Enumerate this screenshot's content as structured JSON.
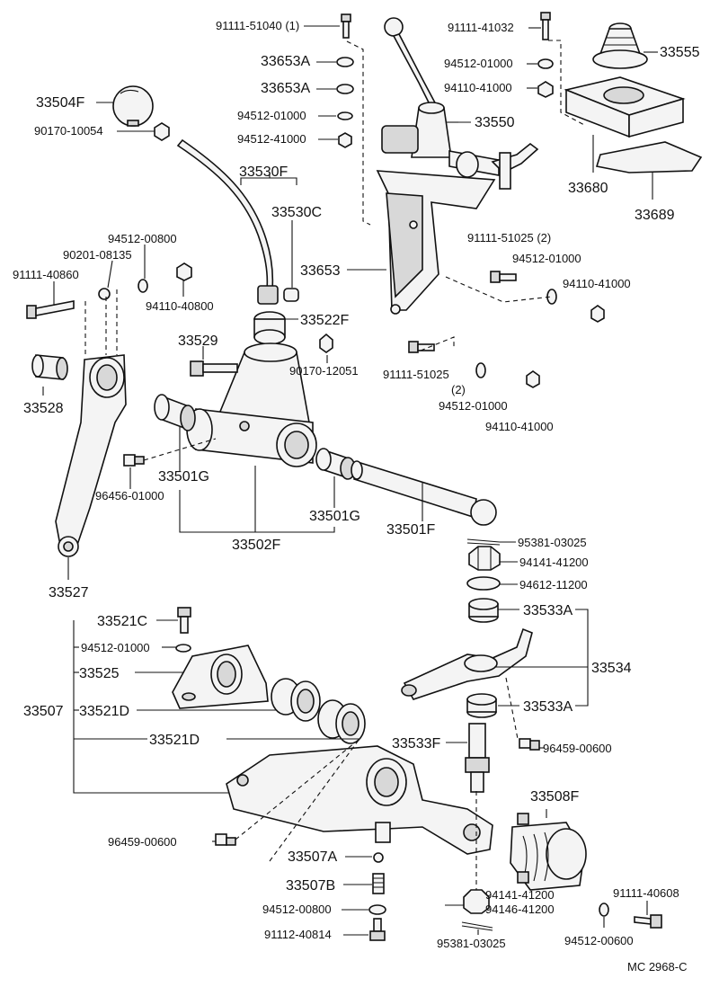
{
  "labels": {
    "l01": "91111-51040 (1)",
    "l02": "33653A",
    "l03": "33653A",
    "l04": "94512-01000",
    "l05": "94512-41000",
    "l06": "91111-41032",
    "l07": "94512-01000",
    "l08": "94110-41000",
    "l09": "33555",
    "l10": "33504F",
    "l11": "90170-10054",
    "l12": "33550",
    "l13": "33680",
    "l14": "33689",
    "l15": "33530F",
    "l16": "33530C",
    "l17": "94512-00800",
    "l18": "90201-08135",
    "l19": "91111-40860",
    "l20": "94110-40800",
    "l21": "33653",
    "l22": "91111-51025 (2)",
    "l23": "94512-01000",
    "l24": "94110-41000",
    "l25": "33522F",
    "l26": "33529",
    "l27": "90170-12051",
    "l28": "91111-51025",
    "l29": "(2)",
    "l30": "94512-01000",
    "l31": "94110-41000",
    "l32": "33528",
    "l33": "33501G",
    "l34": "96456-01000",
    "l35": "33501G",
    "l36": "33501F",
    "l37": "33502F",
    "l38": "33527",
    "l39": "95381-03025",
    "l40": "94141-41200",
    "l41": "94612-11200",
    "l42": "33533A",
    "l43": "33521C",
    "l44": "94512-01000",
    "l45": "33525",
    "l46": "33534",
    "l47": "33507",
    "l48": "33521D",
    "l49": "33533A",
    "l50": "33521D",
    "l51": "33533F",
    "l52": "96459-00600",
    "l53": "33508F",
    "l54": "96459-00600",
    "l55": "33507A",
    "l56": "33507B",
    "l57": "94141-41200",
    "l58": "94146-41200",
    "l59": "91111-40608",
    "l60": "94512-00800",
    "l61": "91112-40814",
    "l62": "95381-03025",
    "l63": "94512-00600",
    "l64": "MC  2968-C"
  }
}
